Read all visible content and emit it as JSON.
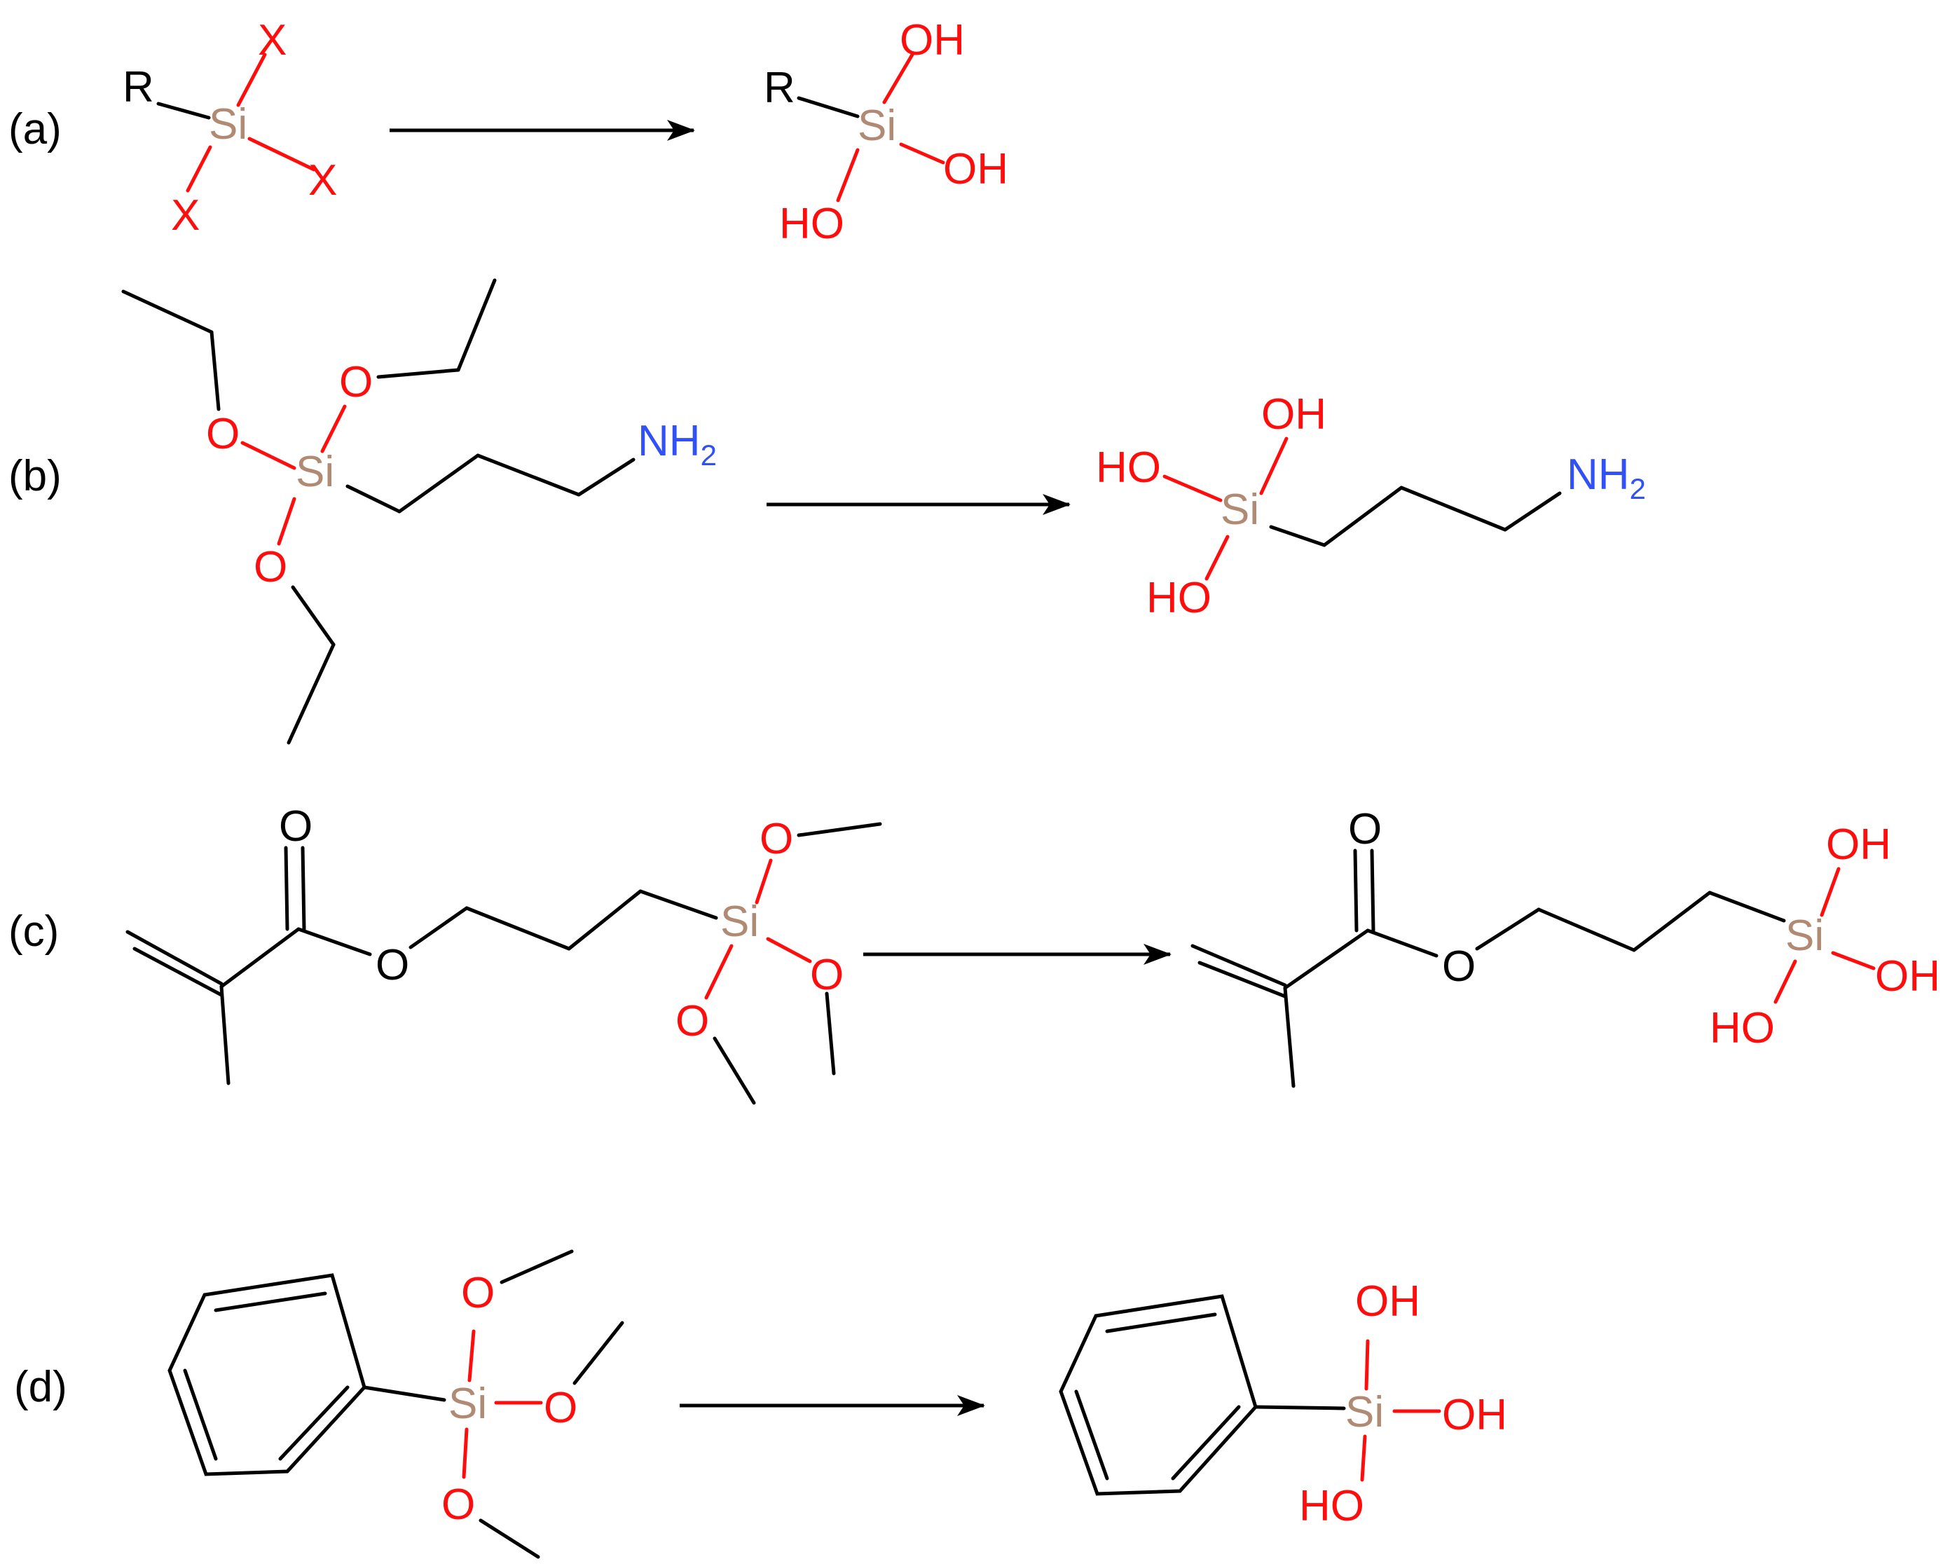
{
  "colors": {
    "carbon_bond": "#000000",
    "oxygen": "#ff0d0d",
    "silicon": "#b08a73",
    "nitrogen": "#3050f8",
    "label": "#000000"
  },
  "panels": {
    "a": {
      "label": "(a)",
      "reactant": {
        "R": "R",
        "Si": "Si",
        "X1": "X",
        "X2": "X",
        "X3": "X"
      },
      "product": {
        "R": "R",
        "Si": "Si",
        "OH1": "OH",
        "OH2": "OH",
        "OH3": "HO"
      }
    },
    "b": {
      "label": "(b)",
      "reactant": {
        "O1": "O",
        "O2": "O",
        "O3": "O",
        "Si": "Si",
        "N": "NH",
        "N_sub": "2"
      },
      "product": {
        "OH1": "OH",
        "OH2": "HO",
        "OH3": "HO",
        "Si": "Si",
        "N": "NH",
        "N_sub": "2"
      }
    },
    "c": {
      "label": "(c)",
      "reactant": {
        "Ocarbonyl": "O",
        "Oester": "O",
        "Si": "Si",
        "O1": "O",
        "O2": "O",
        "O3": "O"
      },
      "product": {
        "Ocarbonyl": "O",
        "Oester": "O",
        "Si": "Si",
        "OH1": "OH",
        "OH2": "OH",
        "OH3": "HO"
      }
    },
    "d": {
      "label": "(d)",
      "reactant": {
        "Si": "Si",
        "O1": "O",
        "O2": "O",
        "O3": "O"
      },
      "product": {
        "Si": "Si",
        "OH1": "OH",
        "OH2": "OH",
        "OH3": "HO"
      }
    }
  }
}
